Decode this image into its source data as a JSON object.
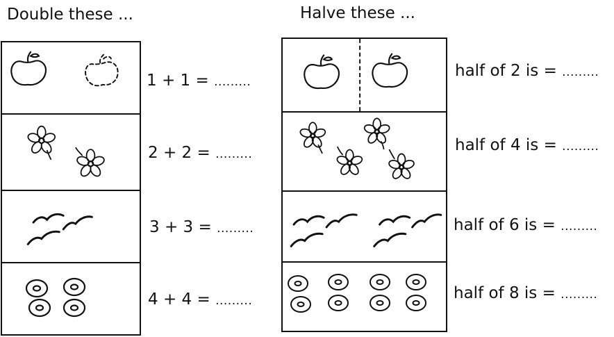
{
  "double": {
    "heading": "Double these ...",
    "rows": [
      {
        "icon": "apple-icon",
        "a": "1",
        "b": "1",
        "equals": "=",
        "plus": "+",
        "blank": "........."
      },
      {
        "icon": "flower-icon",
        "a": "2",
        "b": "2",
        "equals": "=",
        "plus": "+",
        "blank": "........."
      },
      {
        "icon": "bird-icon",
        "a": "3",
        "b": "3",
        "equals": "=",
        "plus": "+",
        "blank": "........."
      },
      {
        "icon": "ring-cookie-icon",
        "a": "4",
        "b": "4",
        "equals": "=",
        "plus": "+",
        "blank": "........."
      }
    ]
  },
  "halve": {
    "heading": "Halve these ...",
    "rows": [
      {
        "icon": "apple-icon",
        "text": "half of 2 is =",
        "blank": "........."
      },
      {
        "icon": "flower-icon",
        "text": "half of 4 is =",
        "blank": "........."
      },
      {
        "icon": "bird-icon",
        "text": "half of 6 is =",
        "blank": "........."
      },
      {
        "icon": "ring-cookie-icon",
        "text": "half of 8 is =",
        "blank": "........."
      }
    ]
  }
}
